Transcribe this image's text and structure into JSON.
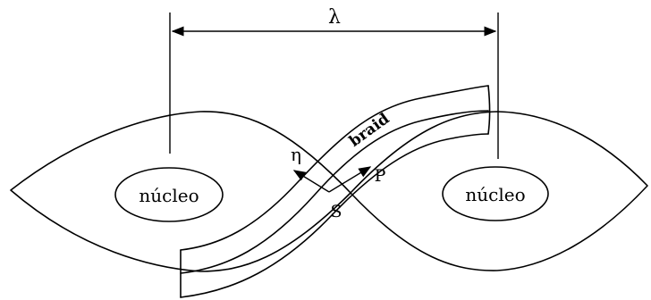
{
  "diagram": {
    "wavelength_label": "λ",
    "braid_label": "braid",
    "eta_label": "η",
    "p_label": "P",
    "s_label": "S",
    "nucleus_left_label": "núcleo",
    "nucleus_right_label": "núcleo"
  }
}
